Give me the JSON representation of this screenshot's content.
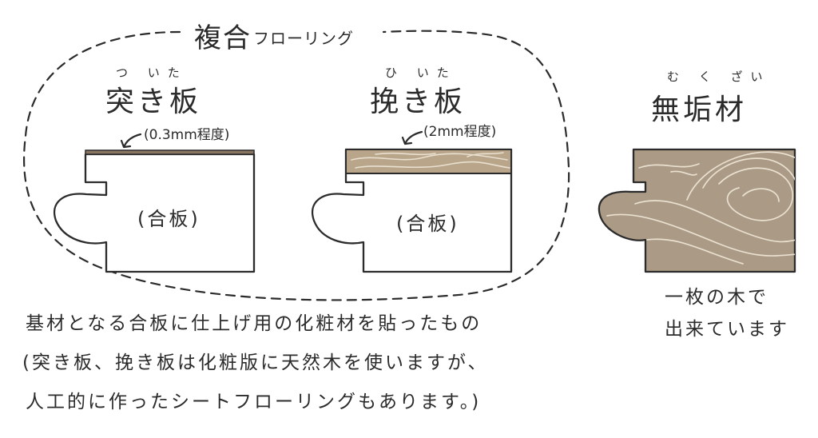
{
  "title": {
    "main": "複合",
    "sub": "フローリング"
  },
  "veneer": {
    "name": "突き板",
    "ruby": "つ いた",
    "note": "(0.3mm程度)",
    "inner": "(合板)"
  },
  "sawn": {
    "name": "挽き板",
    "ruby": "ひ いた",
    "note": "(2mm程度)",
    "inner": "(合板)"
  },
  "solid": {
    "name": "無垢材",
    "ruby": "む く ざい",
    "caption_lines": [
      "一枚の木で",
      "出来ています"
    ]
  },
  "caption_lines": [
    "基材となる合板に仕上げ用の化粧材を貼ったもの",
    "(突き板、挽き板は化粧版に天然木を使いますが、",
    "人工的に作ったシートフローリングもあります。)"
  ],
  "colors": {
    "ink": "#2b2b2b",
    "veneer_layer": "#8a7560",
    "sawn_wood": "#b8a58a",
    "solid_wood": "#ab9a85",
    "grain": "#e9e0d0"
  }
}
